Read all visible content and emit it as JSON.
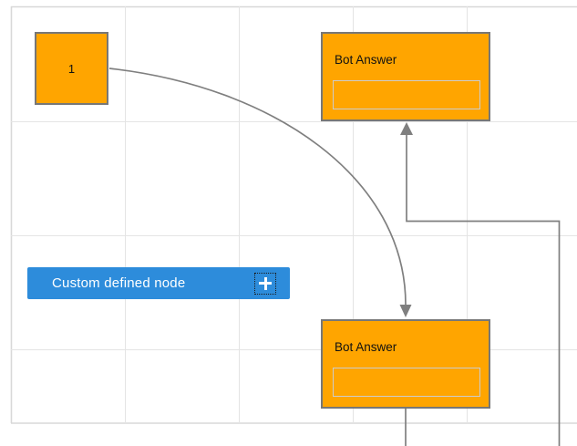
{
  "colors": {
    "canvas_bg": "#ffffff",
    "grid_line": "#e4e4e4",
    "grid_boundary": "#d8d8d8",
    "node_fill": "#ffa500",
    "node_border": "#777777",
    "node_inner_border": "#cccccc",
    "node_text": "#111111",
    "connector": "#7f7f7f",
    "custom_node_fill": "#2d8cdb",
    "custom_node_text": "#ffffff"
  },
  "nodes": {
    "start": {
      "label": "1"
    },
    "bot_answer_top": {
      "title": "Bot Answer",
      "field_value": ""
    },
    "bot_answer_bottom": {
      "title": "Bot Answer",
      "field_value": ""
    },
    "custom": {
      "label": "Custom defined node",
      "plus_icon": "+"
    }
  }
}
